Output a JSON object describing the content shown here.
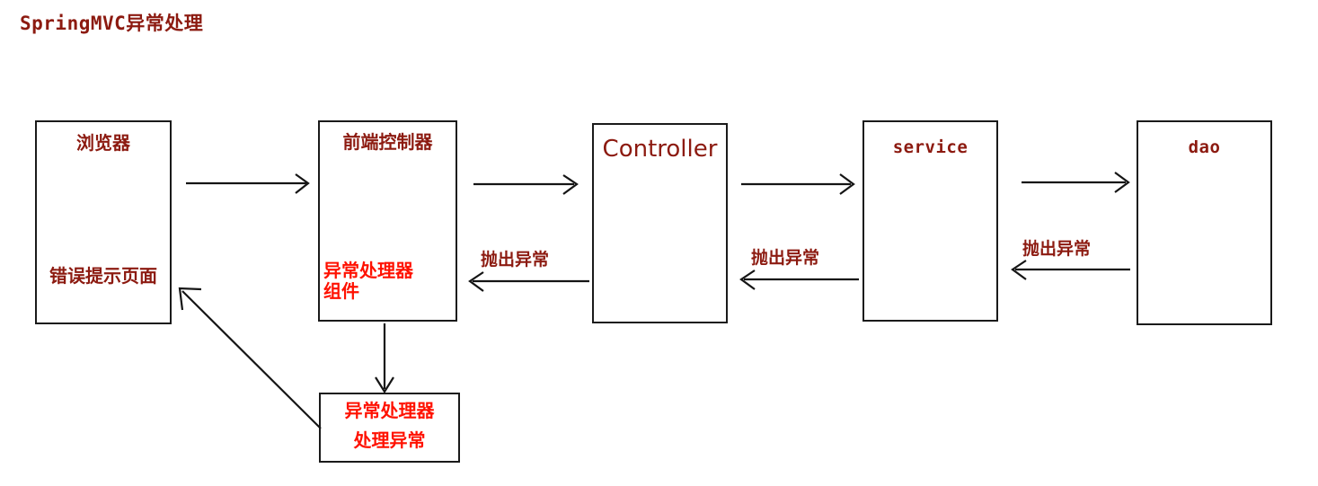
{
  "diagram": {
    "title": "SpringMVC异常处理",
    "title_color": "#8c1a10",
    "accent_bright": "#ff1100",
    "accent_dark": "#8c1a10",
    "border_color": "#1a1a1a",
    "background": "#ffffff",
    "nodes": [
      {
        "id": "browser",
        "lines": [
          "浏览器",
          "错误提示页面"
        ]
      },
      {
        "id": "front-controller",
        "lines": [
          "前端控制器",
          "异常处理器",
          "组件"
        ]
      },
      {
        "id": "controller",
        "lines": [
          "Controller"
        ]
      },
      {
        "id": "service",
        "lines": [
          "service"
        ]
      },
      {
        "id": "dao",
        "lines": [
          "dao"
        ]
      },
      {
        "id": "exception-resolver",
        "lines": [
          "异常处理器",
          "处理异常"
        ]
      }
    ],
    "edge_labels": {
      "controller_to_front": "抛出异常",
      "service_to_controller": "抛出异常",
      "dao_to_service": "抛出异常"
    }
  }
}
